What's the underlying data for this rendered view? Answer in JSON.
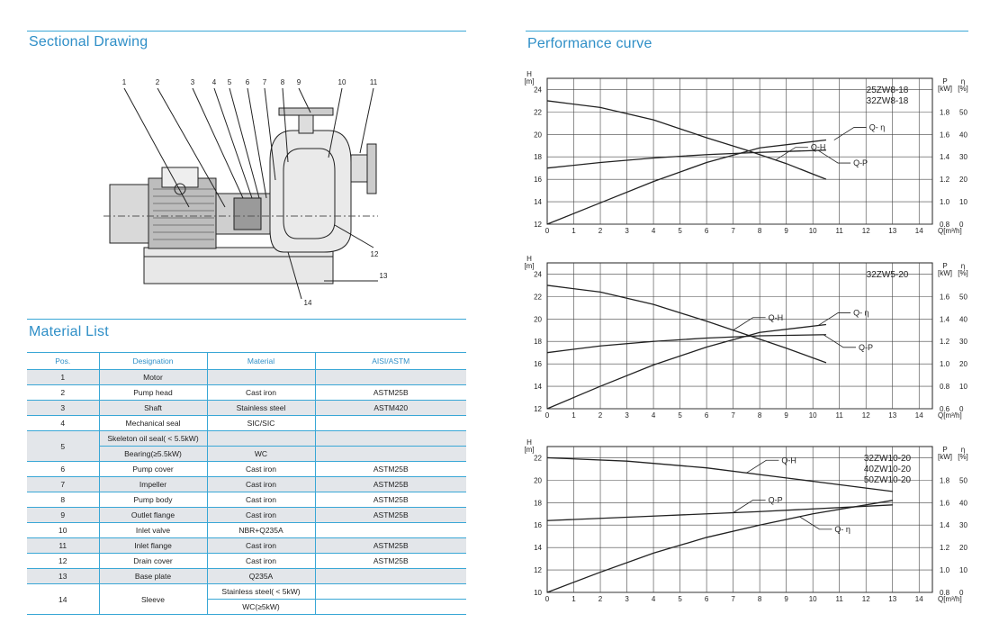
{
  "left": {
    "drawing_title": "Sectional Drawing",
    "callouts": [
      "1",
      "2",
      "3",
      "4",
      "5",
      "6",
      "7",
      "8",
      "9",
      "10",
      "11",
      "12",
      "13",
      "14"
    ],
    "material_title": "Material List",
    "table": {
      "headers": [
        "Pos.",
        "Designation",
        "Material",
        "AISI/ASTM"
      ],
      "rows": [
        {
          "pos": "1",
          "designation": "Motor",
          "material": "",
          "astm": ""
        },
        {
          "pos": "2",
          "designation": "Pump head",
          "material": "Cast iron",
          "astm": "ASTM25B"
        },
        {
          "pos": "3",
          "designation": "Shaft",
          "material": "Stainless steel",
          "astm": "ASTM420"
        },
        {
          "pos": "4",
          "designation": "Mechanical seal",
          "material": "SIC/SIC",
          "astm": ""
        },
        {
          "pos": "5",
          "designation": "Skeleton oil seal( < 5.5kW)",
          "material": "",
          "astm": ""
        },
        {
          "pos": "",
          "designation": "Bearing(≥5.5kW)",
          "material": "WC",
          "astm": ""
        },
        {
          "pos": "6",
          "designation": "Pump cover",
          "material": "Cast iron",
          "astm": "ASTM25B"
        },
        {
          "pos": "7",
          "designation": "Impeller",
          "material": "Cast iron",
          "astm": "ASTM25B"
        },
        {
          "pos": "8",
          "designation": "Pump body",
          "material": "Cast iron",
          "astm": "ASTM25B"
        },
        {
          "pos": "9",
          "designation": "Outlet flange",
          "material": "Cast iron",
          "astm": "ASTM25B"
        },
        {
          "pos": "10",
          "designation": "Inlet valve",
          "material": "NBR+Q235A",
          "astm": ""
        },
        {
          "pos": "11",
          "designation": "Inlet flange",
          "material": "Cast iron",
          "astm": "ASTM25B"
        },
        {
          "pos": "12",
          "designation": "Drain cover",
          "material": "Cast iron",
          "astm": "ASTM25B"
        },
        {
          "pos": "13",
          "designation": "Base plate",
          "material": "Q235A",
          "astm": ""
        },
        {
          "pos": "14",
          "designation": "Sleeve",
          "material": "Stainless steel( < 5kW)",
          "astm": ""
        },
        {
          "pos": "",
          "designation": "",
          "material": "WC(≥5kW)",
          "astm": ""
        }
      ]
    }
  },
  "right": {
    "title": "Performance curve",
    "axis": {
      "h_label": "H",
      "h_unit": "[m]",
      "p_label": "P",
      "p_unit": "[kW]",
      "eta_label": "η",
      "eta_unit": "[%]",
      "q_label": "Q[m³/h]",
      "x_ticks": [
        "0",
        "1",
        "2",
        "3",
        "4",
        "5",
        "6",
        "7",
        "8",
        "9",
        "10",
        "11",
        "12",
        "13",
        "14"
      ]
    }
  },
  "chart_data": [
    {
      "type": "line",
      "models": [
        "25ZW8-18",
        "32ZW8-18"
      ],
      "x_label": "Q[m³/h]",
      "y_label": "H [m]",
      "xlim": [
        0,
        14.5
      ],
      "ylim": [
        12,
        25
      ],
      "y_ticks": [
        12,
        14,
        16,
        18,
        20,
        22,
        24
      ],
      "p_ticks": [
        "0.8",
        "1.0",
        "1.2",
        "1.4",
        "1.6",
        "1.8"
      ],
      "eta_ticks": [
        "0",
        "10",
        "20",
        "30",
        "40",
        "50"
      ],
      "series": [
        {
          "name": "Q-H",
          "x": [
            0,
            2,
            4,
            6,
            7.5,
            9,
            10.5
          ],
          "y": [
            23,
            22.4,
            21.3,
            19.7,
            18.6,
            17.4,
            16.0
          ]
        },
        {
          "name": "Q-η",
          "x": [
            0,
            2,
            4,
            6,
            8,
            10.5
          ],
          "y": [
            12,
            13.9,
            15.8,
            17.5,
            18.8,
            19.5
          ]
        },
        {
          "name": "Q-P",
          "x": [
            0,
            2,
            4,
            6,
            8,
            10.5
          ],
          "y": [
            17,
            17.5,
            17.9,
            18.2,
            18.4,
            18.6
          ]
        }
      ],
      "labels": {
        "qh": "Q-H",
        "qeta": "Q- η",
        "qp": "Q-P"
      }
    },
    {
      "type": "line",
      "models": [
        "32ZW5-20"
      ],
      "x_label": "Q[m³/h]",
      "y_label": "H [m]",
      "xlim": [
        0,
        14.5
      ],
      "ylim": [
        12,
        25
      ],
      "y_ticks": [
        12,
        14,
        16,
        18,
        20,
        22,
        24
      ],
      "p_ticks": [
        "0.6",
        "0.8",
        "1.0",
        "1.2",
        "1.4",
        "1.6"
      ],
      "eta_ticks": [
        "0",
        "10",
        "20",
        "30",
        "40",
        "50"
      ],
      "series": [
        {
          "name": "Q-H",
          "x": [
            0,
            2,
            4,
            6,
            7.5,
            9,
            10.5
          ],
          "y": [
            23,
            22.4,
            21.3,
            19.8,
            18.6,
            17.4,
            16.1
          ]
        },
        {
          "name": "Q-η",
          "x": [
            0,
            2,
            4,
            6,
            8,
            10.5
          ],
          "y": [
            12,
            14.0,
            15.9,
            17.5,
            18.8,
            19.5
          ]
        },
        {
          "name": "Q-P",
          "x": [
            0,
            2,
            4,
            6,
            8,
            10.5
          ],
          "y": [
            17,
            17.6,
            18.0,
            18.3,
            18.5,
            18.6
          ]
        }
      ],
      "labels": {
        "qh": "Q-H",
        "qeta": "Q- η",
        "qp": "Q-P"
      }
    },
    {
      "type": "line",
      "models": [
        "32ZW10-20",
        "40ZW10-20",
        "50ZW10-20"
      ],
      "x_label": "Q[m³/h]",
      "y_label": "H [m]",
      "xlim": [
        0,
        14.5
      ],
      "ylim": [
        10,
        23
      ],
      "y_ticks": [
        10,
        12,
        14,
        16,
        18,
        20,
        22
      ],
      "p_ticks": [
        "0.8",
        "1.0",
        "1.2",
        "1.4",
        "1.6",
        "1.8"
      ],
      "eta_ticks": [
        "0",
        "10",
        "20",
        "30",
        "40",
        "50"
      ],
      "series": [
        {
          "name": "Q-H",
          "x": [
            0,
            3,
            6,
            9,
            11,
            13
          ],
          "y": [
            22,
            21.7,
            21.1,
            20.2,
            19.6,
            19.0
          ]
        },
        {
          "name": "Q-P",
          "x": [
            0,
            4,
            8,
            13
          ],
          "y": [
            16.4,
            16.8,
            17.2,
            17.8
          ]
        },
        {
          "name": "Q-η",
          "x": [
            0,
            2,
            4,
            6,
            8,
            10,
            13
          ],
          "y": [
            10,
            11.8,
            13.5,
            14.9,
            16.0,
            17.0,
            18.2
          ]
        }
      ],
      "labels": {
        "qh": "Q-H",
        "qeta": "Q- η",
        "qp": "Q-P"
      }
    }
  ]
}
